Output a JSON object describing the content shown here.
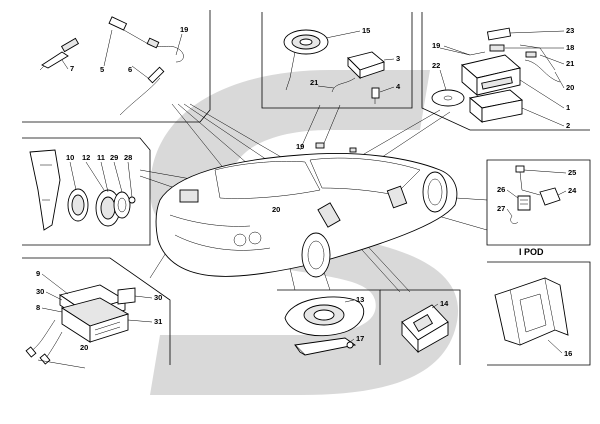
{
  "diagram": {
    "sections": {
      "ipod_title": "I POD"
    },
    "labels": [
      {
        "id": "l7",
        "text": "7"
      },
      {
        "id": "l5",
        "text": "5"
      },
      {
        "id": "l19a",
        "text": "19"
      },
      {
        "id": "l6",
        "text": "6"
      },
      {
        "id": "l15",
        "text": "15"
      },
      {
        "id": "l3",
        "text": "3"
      },
      {
        "id": "l21a",
        "text": "21"
      },
      {
        "id": "l4",
        "text": "4"
      },
      {
        "id": "l23",
        "text": "23"
      },
      {
        "id": "l19b",
        "text": "19"
      },
      {
        "id": "l18",
        "text": "18"
      },
      {
        "id": "l22",
        "text": "22"
      },
      {
        "id": "l21b",
        "text": "21"
      },
      {
        "id": "l20a",
        "text": "20"
      },
      {
        "id": "l1",
        "text": "1"
      },
      {
        "id": "l2",
        "text": "2"
      },
      {
        "id": "l10",
        "text": "10"
      },
      {
        "id": "l12",
        "text": "12"
      },
      {
        "id": "l11",
        "text": "11"
      },
      {
        "id": "l29",
        "text": "29"
      },
      {
        "id": "l28",
        "text": "28"
      },
      {
        "id": "l19c",
        "text": "19"
      },
      {
        "id": "l20b",
        "text": "20"
      },
      {
        "id": "l25",
        "text": "25"
      },
      {
        "id": "l26",
        "text": "26"
      },
      {
        "id": "l24",
        "text": "24"
      },
      {
        "id": "l27",
        "text": "27"
      },
      {
        "id": "l9",
        "text": "9"
      },
      {
        "id": "l30a",
        "text": "30"
      },
      {
        "id": "l8",
        "text": "8"
      },
      {
        "id": "l30b",
        "text": "30"
      },
      {
        "id": "l31",
        "text": "31"
      },
      {
        "id": "l20c",
        "text": "20"
      },
      {
        "id": "l13",
        "text": "13"
      },
      {
        "id": "l17",
        "text": "17"
      },
      {
        "id": "l14",
        "text": "14"
      },
      {
        "id": "l16",
        "text": "16"
      }
    ]
  }
}
